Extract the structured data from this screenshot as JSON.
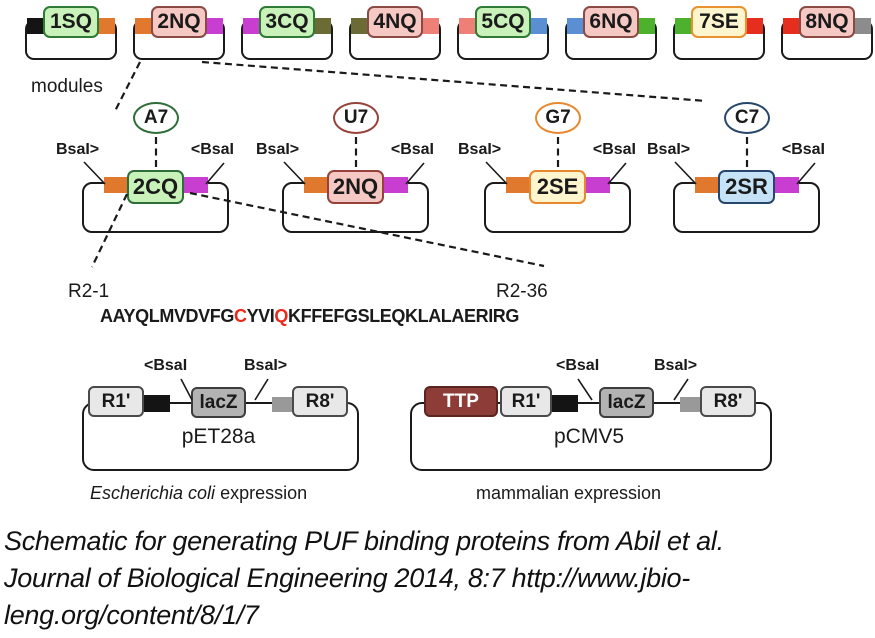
{
  "modules_section": {
    "label": "modules",
    "modules": [
      {
        "name": "1SQ",
        "fill": "#c8f2ba",
        "border": "#2f7a35",
        "left_color": "#141414",
        "right_color": "#e0792e"
      },
      {
        "name": "2NQ",
        "fill": "#f5c8c4",
        "border": "#8a4a44",
        "left_color": "#e0792e",
        "right_color": "#c73ed0"
      },
      {
        "name": "3CQ",
        "fill": "#c8f2ba",
        "border": "#2f7a35",
        "left_color": "#c73ed0",
        "right_color": "#6b6b35"
      },
      {
        "name": "4NQ",
        "fill": "#f5c8c4",
        "border": "#8a4a44",
        "left_color": "#6b6b35",
        "right_color": "#ef8077"
      },
      {
        "name": "5CQ",
        "fill": "#c8f2ba",
        "border": "#2f7a35",
        "left_color": "#ef8077",
        "right_color": "#5b8fd4"
      },
      {
        "name": "6NQ",
        "fill": "#f5c8c4",
        "border": "#8a4a44",
        "left_color": "#5b8fd4",
        "right_color": "#4db12e"
      },
      {
        "name": "7SE",
        "fill": "#fdf5cd",
        "border": "#e89130",
        "left_color": "#4db12e",
        "right_color": "#e52e1e"
      },
      {
        "name": "8NQ",
        "fill": "#f5c8c4",
        "border": "#8a4a44",
        "left_color": "#e52e1e",
        "right_color": "#8c8c8c"
      }
    ]
  },
  "variants_section": {
    "bsal_left": "BsaI>",
    "bsal_right": "<BsaI",
    "connector_left_color": "#e0792e",
    "connector_right_color": "#c73ed0",
    "constructs": [
      {
        "circle": "A7",
        "accent": "#2f6e38",
        "name": "2CQ",
        "fill": "#c8f2ba"
      },
      {
        "circle": "U7",
        "accent": "#96423a",
        "name": "2NQ",
        "fill": "#f5c8c4"
      },
      {
        "circle": "G7",
        "accent": "#e8882e",
        "name": "2SE",
        "fill": "#fdf5cd"
      },
      {
        "circle": "C7",
        "accent": "#27466b",
        "name": "2SR",
        "fill": "#c6e2f7"
      }
    ]
  },
  "sequence_section": {
    "range_start": "R2-1",
    "range_end": "R2-36",
    "parts": [
      {
        "text": "AAYQLMVDVFG",
        "color": "#1a1a1a"
      },
      {
        "text": "C",
        "color": "#e8291c"
      },
      {
        "text": "YVI",
        "color": "#1a1a1a"
      },
      {
        "text": "Q",
        "color": "#e8291c"
      },
      {
        "text": "KFFEFGSLEQKLALAERIRG",
        "color": "#1a1a1a"
      }
    ]
  },
  "expression_section": {
    "colors": {
      "gene_fill": "#e8e8e8",
      "gene_border": "#4a4a4a",
      "lacz_fill": "#b3b3b3",
      "lacz_border": "#3d3d3d",
      "ttp_fill": "#8e3c38",
      "ttp_border": "#5a2421",
      "ttp_text": "#ffffff",
      "connector_black": "#141414",
      "connector_gray": "#999999"
    },
    "pet28a": {
      "bsal_left": "<BsaI",
      "bsal_right": "BsaI>",
      "r1": "R1'",
      "lacz": "lacZ",
      "r8": "R8'",
      "name": "pET28a",
      "caption_species": "Escherichia coli",
      "caption_rest": " expression"
    },
    "pcmv5": {
      "bsal_left": "<BsaI",
      "bsal_right": "BsaI>",
      "ttp": "TTP",
      "r1": "R1'",
      "lacz": "lacZ",
      "r8": "R8'",
      "name": "pCMV5",
      "caption": "mammalian expression"
    }
  },
  "caption": {
    "line1": "Schematic for generating PUF binding proteins from Abil et al.",
    "line2": "Journal of Biological Engineering 2014, 8:7 http://www.jbio-",
    "line3": "leng.org/content/8/1/7"
  }
}
